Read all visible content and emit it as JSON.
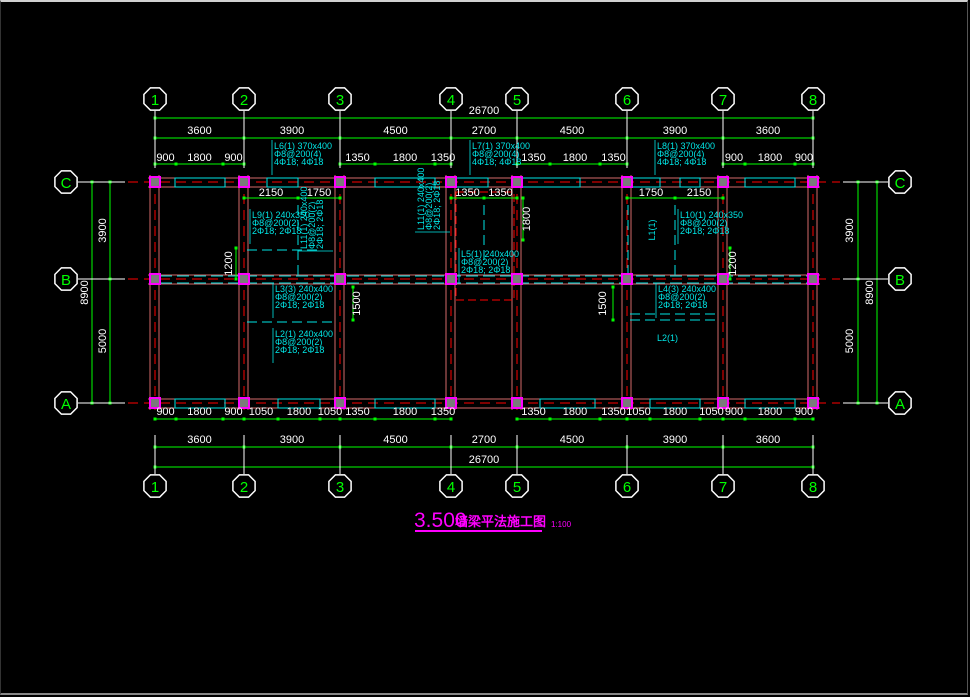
{
  "colors": {
    "background": "#000000",
    "axis_bubble": "#ffffff",
    "axis_label": "#00ff00",
    "dimension": "#00ff00",
    "grid_line": "#ff0000",
    "wall": "#d46a6a",
    "beam": "#00e5e5",
    "column": "#ff00ff",
    "title": "#ff00ff"
  },
  "axes": {
    "vertical": [
      "1",
      "2",
      "3",
      "4",
      "5",
      "6",
      "7",
      "8"
    ],
    "horizontal": [
      "C",
      "B",
      "A"
    ]
  },
  "top_dims": {
    "total": "26700",
    "spans": [
      "3600",
      "3900",
      "4500",
      "2700",
      "4500",
      "3900",
      "3600"
    ],
    "openings": [
      "900",
      "1800",
      "900",
      "1350",
      "1800",
      "1350",
      "1350",
      "1800",
      "1350",
      "900",
      "1800",
      "900"
    ]
  },
  "bottom_dims": {
    "total": "26700",
    "spans": [
      "3600",
      "3900",
      "4500",
      "2700",
      "4500",
      "3900",
      "3600"
    ],
    "openings": [
      "900",
      "1800",
      "900",
      "1050",
      "1800",
      "1050",
      "1350",
      "1800",
      "1350",
      "1350",
      "1800",
      "1350",
      "1050",
      "1800",
      "1050",
      "900",
      "1800",
      "900"
    ]
  },
  "side_dims": {
    "total": "8900",
    "spans": [
      "3900",
      "5000"
    ]
  },
  "inner_dims": {
    "bay2_top": [
      "2150",
      "1750"
    ],
    "bay4_top": [
      "1350",
      "1350"
    ],
    "bay4_vert": "1800",
    "bay6_top": [
      "1750",
      "2150"
    ],
    "bay2_vert": "1200",
    "bay3_vert": "1500",
    "bay6_vert": "1500",
    "bay7_vert": "1200"
  },
  "beam_labels": {
    "L6": [
      "L6(1) 370x400",
      "Φ8@200(4)",
      "4Φ18; 4Φ18"
    ],
    "L7": [
      "L7(1) 370x400",
      "Φ8@200(4)",
      "4Φ18; 4Φ18"
    ],
    "L8": [
      "L8(1) 370x400",
      "Φ8@200(4)",
      "4Φ18; 4Φ18"
    ],
    "L9": [
      "L9(1) 240x350",
      "Φ8@200(2)",
      "2Φ18; 2Φ18"
    ],
    "L10": [
      "L10(1) 240x350",
      "Φ8@200(2)",
      "2Φ18; 2Φ18"
    ],
    "L11a": [
      "L11(1) 240x400",
      "Φ8@200(2)",
      "2Φ18; 2Φ18"
    ],
    "L11b": [
      "L11(1) 240x400",
      "Φ8@200(2)",
      "2Φ18; 2Φ18"
    ],
    "L5": [
      "L5(1) 240x400",
      "Φ8@200(2)",
      "2Φ18; 2Φ18"
    ],
    "L3": [
      "L3(3) 240x400",
      "Φ8@200(2)",
      "2Φ18; 2Φ18"
    ],
    "L2": [
      "L2(1) 240x400",
      "Φ8@200(2)",
      "2Φ18; 2Φ18"
    ],
    "L4": [
      "L4(3) 240x400",
      "Φ8@200(2)",
      "2Φ18; 2Φ18"
    ],
    "L1_ref": "L1(1)",
    "L2_ref": "L2(1)"
  },
  "title": {
    "elevation": "3.500",
    "name": "墙梁平法施工图",
    "scale": "1:100"
  }
}
